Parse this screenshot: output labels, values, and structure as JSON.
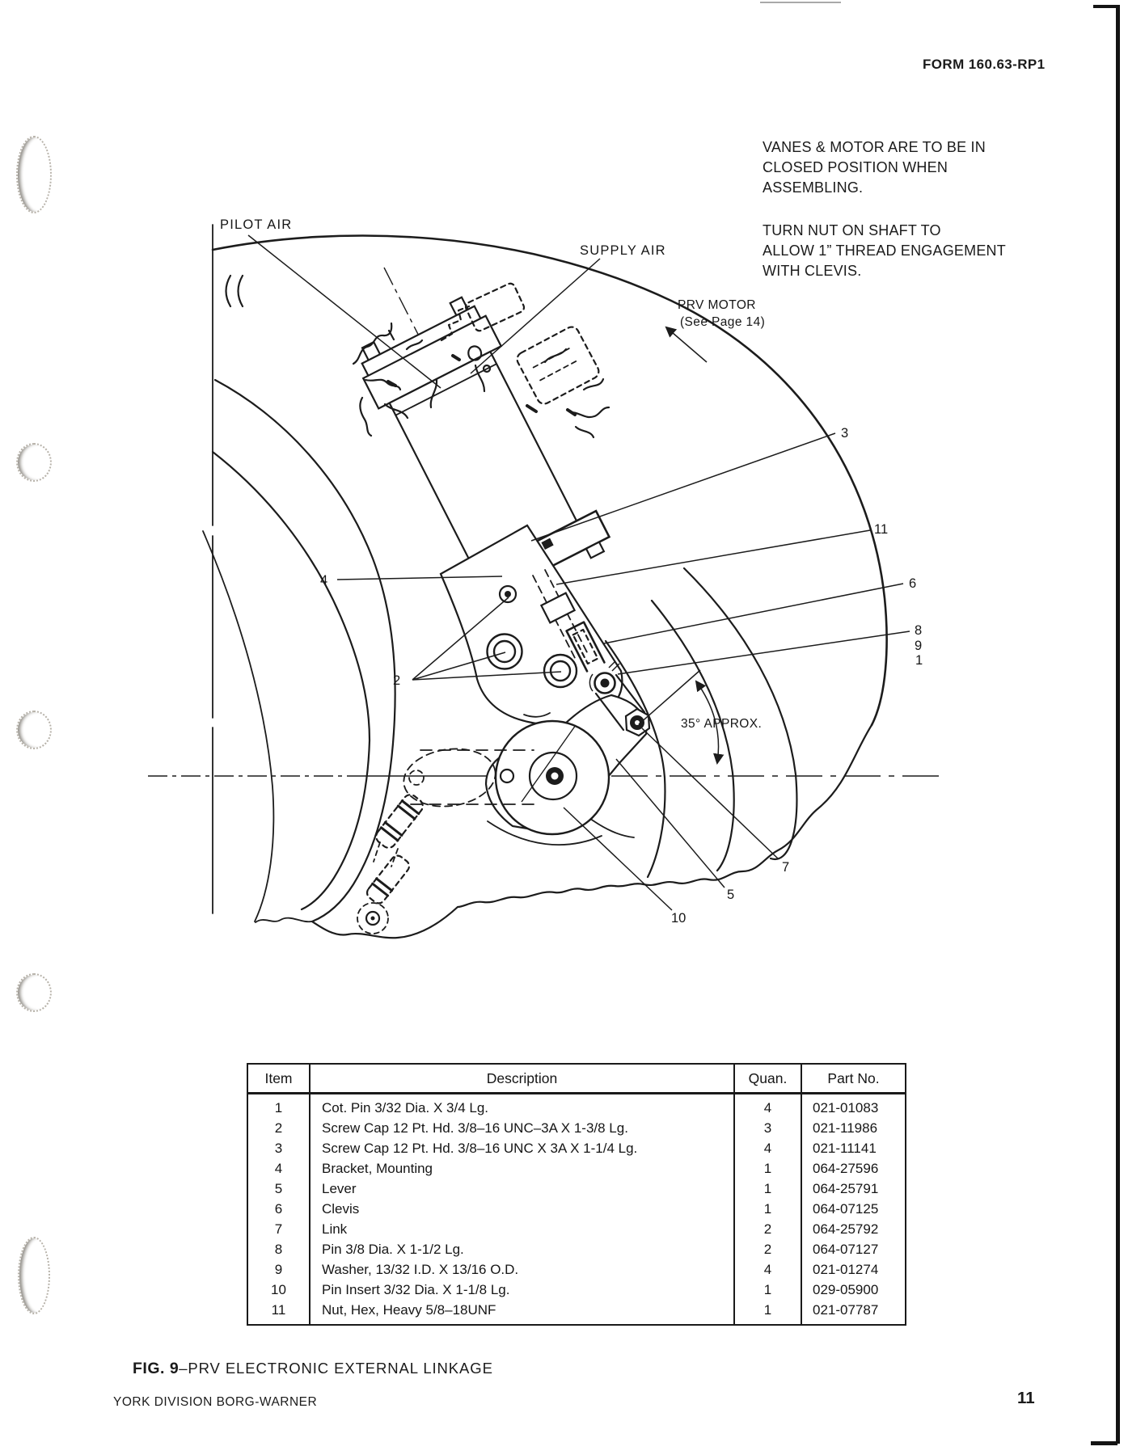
{
  "header": {
    "form_number": "FORM 160.63-RP1"
  },
  "notes": {
    "assembly": "VANES & MOTOR ARE TO BE IN\nCLOSED POSITION WHEN\nASSEMBLING.",
    "nut": "TURN NUT ON SHAFT TO\nALLOW 1” THREAD ENGAGEMENT\nWITH CLEVIS."
  },
  "diagram": {
    "labels": {
      "pilot_air": "PILOT AIR",
      "supply_air": "SUPPLY AIR",
      "prv_motor": "PRV MOTOR",
      "prv_motor_ref": "(See Page 14)",
      "angle": "35° APPROX."
    },
    "callouts": {
      "c1": "1",
      "c2": "2",
      "c3": "3",
      "c4": "4",
      "c5": "5",
      "c6": "6",
      "c7": "7",
      "c8": "8",
      "c9": "9",
      "c10": "10",
      "c11": "11"
    }
  },
  "table": {
    "headers": {
      "item": "Item",
      "description": "Description",
      "quantity": "Quan.",
      "part_no": "Part No."
    },
    "rows": [
      {
        "item": "1",
        "description": "Cot. Pin 3/32 Dia. X 3/4 Lg.",
        "quantity": "4",
        "part_no": "021-01083"
      },
      {
        "item": "2",
        "description": "Screw Cap 12 Pt. Hd. 3/8–16 UNC–3A X 1-3/8 Lg.",
        "quantity": "3",
        "part_no": "021-11986"
      },
      {
        "item": "3",
        "description": "Screw Cap 12 Pt. Hd. 3/8–16 UNC X 3A X 1-1/4 Lg.",
        "quantity": "4",
        "part_no": "021-11141"
      },
      {
        "item": "4",
        "description": "Bracket, Mounting",
        "quantity": "1",
        "part_no": "064-27596"
      },
      {
        "item": "5",
        "description": "Lever",
        "quantity": "1",
        "part_no": "064-25791"
      },
      {
        "item": "6",
        "description": "Clevis",
        "quantity": "1",
        "part_no": "064-07125"
      },
      {
        "item": "7",
        "description": "Link",
        "quantity": "2",
        "part_no": "064-25792"
      },
      {
        "item": "8",
        "description": "Pin 3/8 Dia. X 1-1/2 Lg.",
        "quantity": "2",
        "part_no": "064-07127"
      },
      {
        "item": "9",
        "description": "Washer, 13/32 I.D. X 13/16 O.D.",
        "quantity": "4",
        "part_no": "021-01274"
      },
      {
        "item": "10",
        "description": "Pin Insert 3/32 Dia. X 1-1/8 Lg.",
        "quantity": "1",
        "part_no": "029-05900"
      },
      {
        "item": "11",
        "description": "Nut, Hex, Heavy 5/8–18UNF",
        "quantity": "1",
        "part_no": "021-07787"
      }
    ]
  },
  "caption": {
    "figure": "FIG. 9",
    "title": "–PRV ELECTRONIC EXTERNAL LINKAGE"
  },
  "footer": {
    "publisher": "YORK DIVISION BORG-WARNER",
    "page_number": "11"
  }
}
